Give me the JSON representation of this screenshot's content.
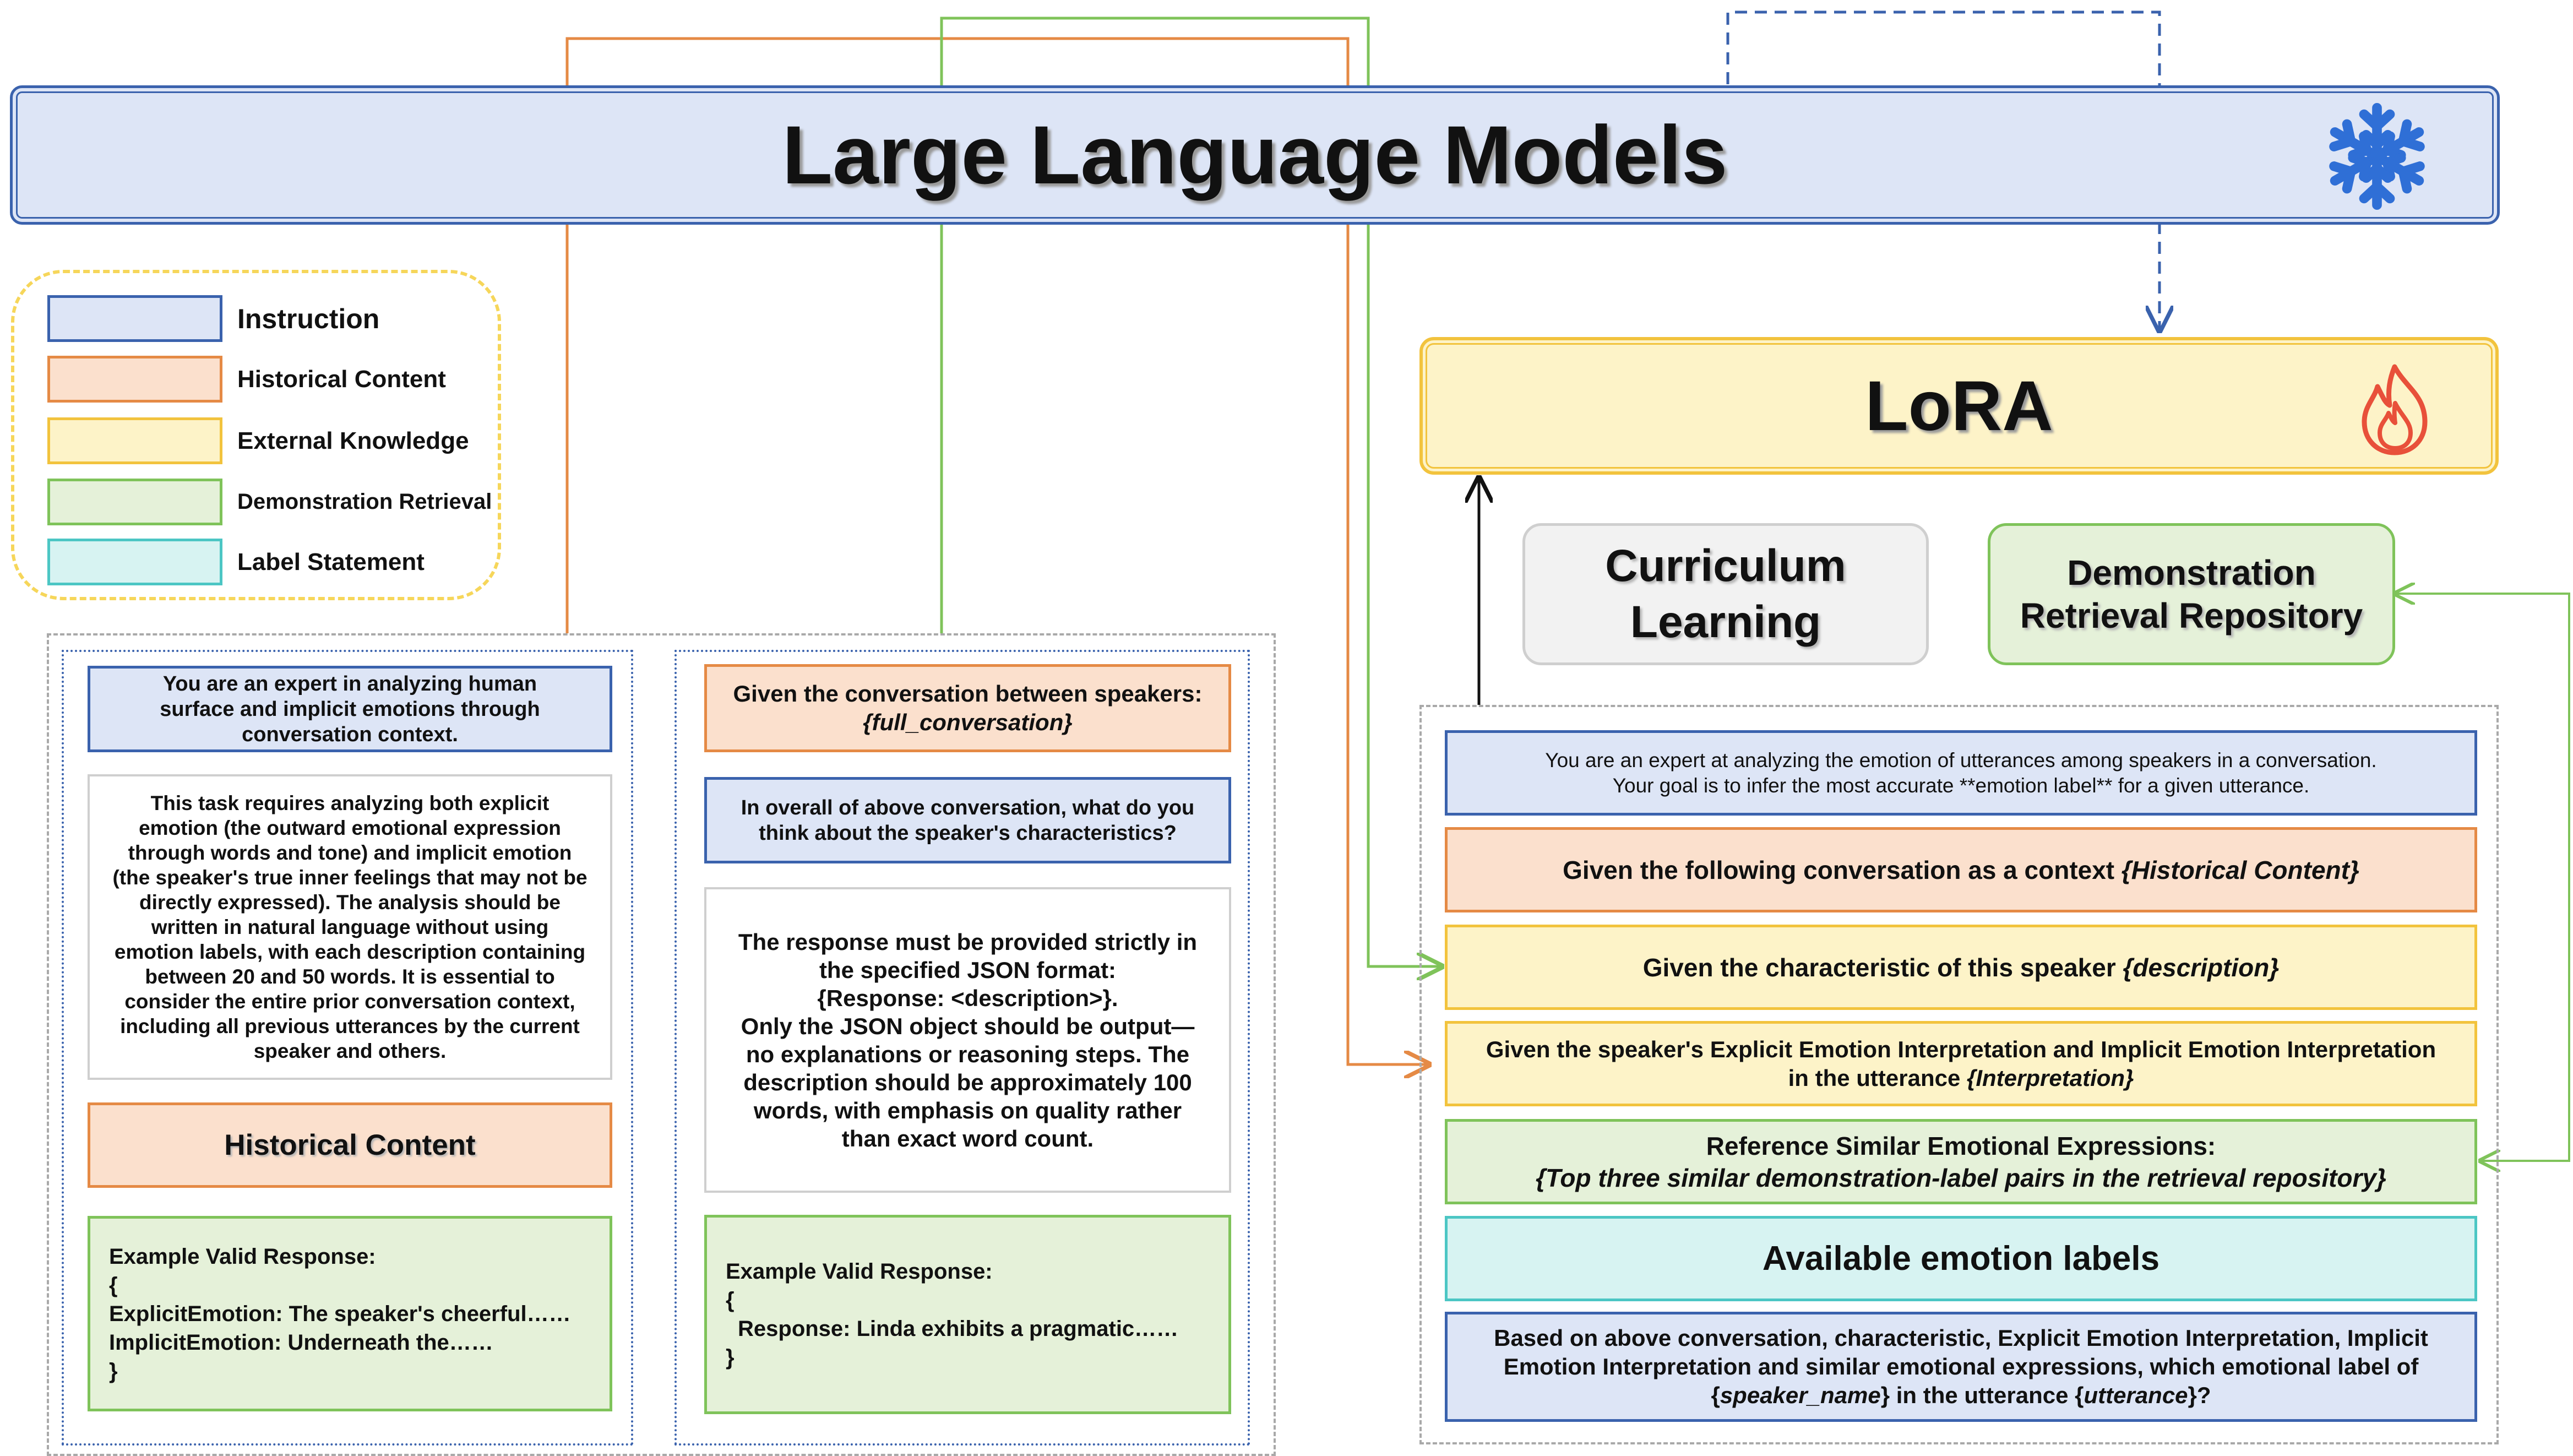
{
  "header": {
    "title": "Large Language Models",
    "frozen_icon": "snowflake-icon"
  },
  "legend": {
    "items": [
      {
        "label": "Instruction",
        "color": "#dde5f6",
        "border": "#3a62ad"
      },
      {
        "label": "Historical Content",
        "color": "#fbe0cd",
        "border": "#e58a45"
      },
      {
        "label": "External Knowledge",
        "color": "#fdf3c8",
        "border": "#f2c33d"
      },
      {
        "label": "Demonstration Retrieval",
        "color": "#e5f1d9",
        "border": "#7fc35a"
      },
      {
        "label": "Label Statement",
        "color": "#d7f3f2",
        "border": "#4cc6c4"
      }
    ]
  },
  "lora": {
    "title": "LoRA",
    "trainable_icon": "fire-icon"
  },
  "curriculum": {
    "line1": "Curriculum",
    "line2": "Learning"
  },
  "repository": {
    "line1": "Demonstration",
    "line2": "Retrieval Repository"
  },
  "emotion_prompt": {
    "instruction": "You are an expert in analyzing human surface and implicit emotions through conversation context.",
    "task": "This task requires analyzing both explicit emotion (the outward emotional expression through words and tone) and implicit emotion (the speaker's true inner feelings that may not be directly expressed). The analysis should be written in natural language without using emotion labels, with each description containing between 20 and 50 words. It is essential to consider the entire prior conversation context, including all previous utterances by the current speaker and others.",
    "historical": "Historical Content",
    "example": {
      "heading": "Example Valid Response:",
      "open": "{",
      "line1": "ExplicitEmotion: The speaker's cheerful……",
      "line2": "ImplicitEmotion: Underneath the……",
      "close": "}"
    }
  },
  "character_prompt": {
    "given_prefix": "Given the conversation between speakers:",
    "given_var": "{full_conversation}",
    "question": "In overall of above conversation, what do you think about the speaker's characteristics?",
    "format": [
      "The response must be provided strictly in",
      "the specified JSON format:",
      "{Response: <description>}.",
      "Only the JSON object should be output—",
      "no explanations or reasoning steps. The",
      "description should be approximately 100",
      "words, with emphasis on quality rather",
      "than exact word count."
    ],
    "example": {
      "heading": "Example Valid Response:",
      "open": "{",
      "line1": "Response: Linda exhibits a pragmatic……",
      "close": "}"
    }
  },
  "final_prompt": {
    "instruction_line1": "You are an expert at analyzing the emotion of utterances among speakers in a conversation.",
    "instruction_line2": "Your goal is to infer the most accurate **emotion label** for a given utterance.",
    "context_prefix": "Given the following conversation as a context ",
    "context_var": "{Historical Content}",
    "character_prefix": "Given the characteristic of this speaker ",
    "character_var": "{description}",
    "interp_line1": "Given the speaker's Explicit Emotion Interpretation and Implicit Emotion Interpretation",
    "interp_line2_prefix": "in the utterance ",
    "interp_var": "{Interpretation}",
    "reference_line1": "Reference Similar Emotional Expressions:",
    "reference_line2": "{Top three similar demonstration-label pairs in the retrieval repository}",
    "labels": "Available emotion labels",
    "question_line1": "Based on above conversation, characteristic, Explicit Emotion Interpretation, Implicit",
    "question_line2": "Emotion Interpretation and similar emotional expressions, which emotional label of",
    "question_line3_a": "{",
    "question_var1": "speaker_name",
    "question_line3_b": "} in the utterance {",
    "question_var2": "utterance",
    "question_line3_c": "}?"
  },
  "colors": {
    "orange_flow": "#e58a45",
    "green_flow": "#7fc35a",
    "blue_flow": "#3a62ad",
    "snowflake": "#2f6fd6",
    "fire": "#e8503a"
  }
}
